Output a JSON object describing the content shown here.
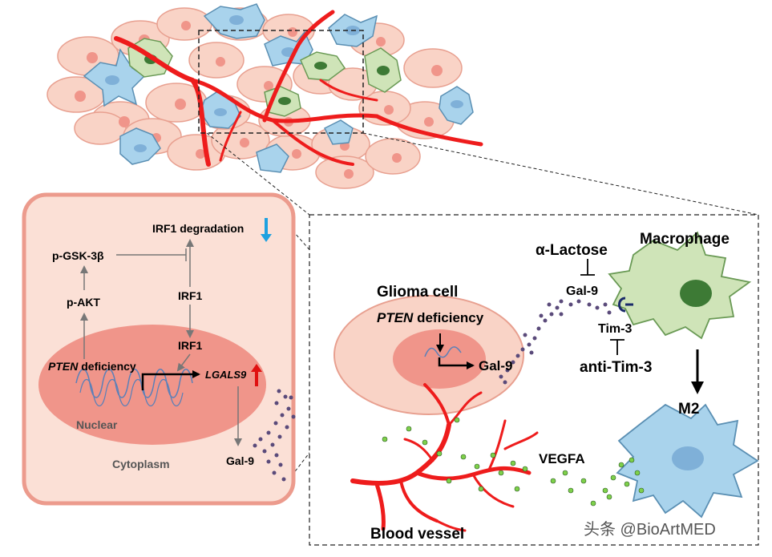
{
  "inset": {
    "irf1_degradation": "IRF1 degradation",
    "p_gsk3b": "p-GSK-3β",
    "p_akt": "p-AKT",
    "irf1_top": "IRF1",
    "irf1_bottom": "IRF1",
    "pten_gene": "PTEN",
    "pten_deficiency": " deficiency",
    "lgals9": "LGALS9",
    "nuclear": "Nuclear",
    "cytoplasm": "Cytoplasm",
    "gal9": "Gal-9"
  },
  "main": {
    "glioma_cell": "Glioma cell",
    "pten_gene": "PTEN",
    "pten_deficiency": " deficiency",
    "gal9_from_cell": "Gal-9",
    "alpha_lactose": "α-Lactose",
    "gal9_receptor": "Gal-9",
    "macrophage": "Macrophage",
    "tim3": "Tim-3",
    "anti_tim3": "anti-Tim-3",
    "m2": "M2",
    "vegfa": "VEGFA",
    "blood_vessel": "Blood vessel"
  },
  "watermark": "头条 @BioArtMED",
  "colors": {
    "cell_fill": "#f9d3c6",
    "cell_stroke": "#e8a090",
    "nucleus_fill": "#f0958a",
    "astro_fill": "#a9d3ec",
    "astro_stroke": "#5a8fb3",
    "microglia_fill": "#cfe4b8",
    "microglia_nucleus": "#3d7a35",
    "vessel": "#ee1c1c",
    "gal9_dots": "#5a4a7a",
    "vegfa_dots": "#7ed04a",
    "down_arrow": "#1da1e0",
    "up_arrow": "#e01010"
  }
}
